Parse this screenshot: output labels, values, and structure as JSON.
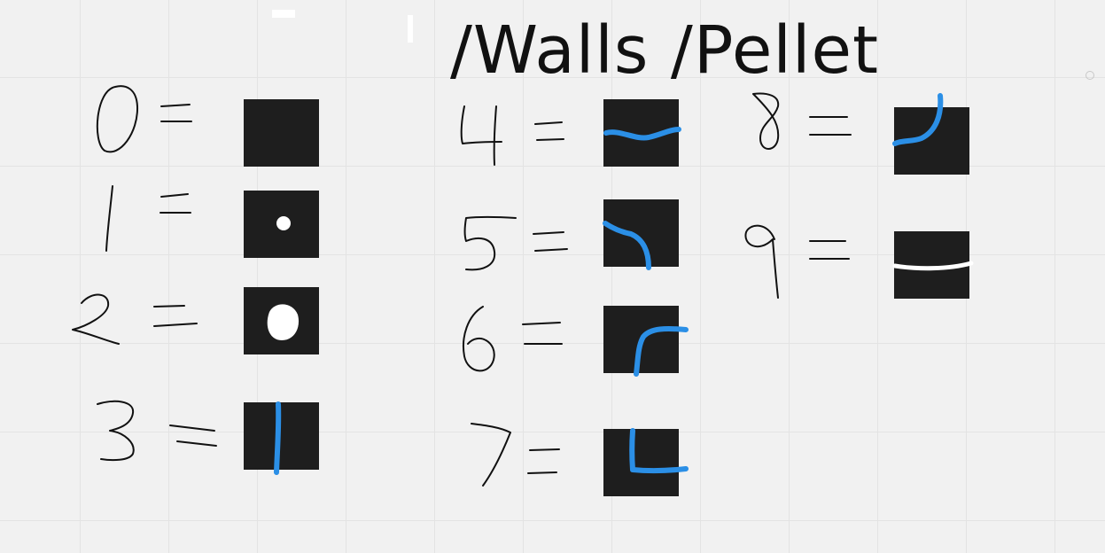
{
  "title": "/Walls /Pellet",
  "entries": [
    {
      "number": "0",
      "symbol": "=",
      "tile": "empty"
    },
    {
      "number": "1",
      "symbol": "=",
      "tile": "small-pellet"
    },
    {
      "number": "2",
      "symbol": "=",
      "tile": "power-pellet"
    },
    {
      "number": "3",
      "symbol": "=",
      "tile": "vertical-wall"
    },
    {
      "number": "4",
      "symbol": "=",
      "tile": "horizontal-wall"
    },
    {
      "number": "5",
      "symbol": "=",
      "tile": "corner-top-right-wall"
    },
    {
      "number": "6",
      "symbol": "=",
      "tile": "corner-top-left-wall"
    },
    {
      "number": "7",
      "symbol": "=",
      "tile": "corner-bottom-left-wall"
    },
    {
      "number": "8",
      "symbol": "=",
      "tile": "corner-bottom-right-wall"
    },
    {
      "number": "9",
      "symbol": "=",
      "tile": "ghost-door"
    }
  ],
  "colors": {
    "background": "#f1f1f1",
    "grid": "#e3e3e3",
    "tile": "#1e1e1e",
    "wall": "#2b8fe6",
    "pellet": "#ffffff",
    "ink": "#111111"
  }
}
